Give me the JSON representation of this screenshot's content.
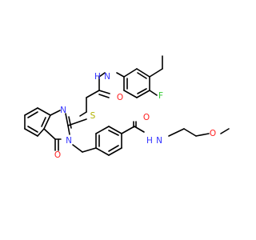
{
  "molecule": {
    "colors": {
      "bond": "#000000",
      "N": "#3333ff",
      "O": "#ff2020",
      "S": "#b3b300",
      "F": "#33cc33"
    },
    "labels": {
      "nh_amide1": "N",
      "nh_amide1_h": "H",
      "o_amide1": "O",
      "s_thioether": "S",
      "f_fluoro": "F",
      "n_quinaz_1": "N",
      "n_quinaz_3": "N",
      "o_quinaz": "O",
      "o_amide2": "O",
      "nh_amide2": "N",
      "nh_amide2_h": "H",
      "o_methoxy": "O"
    }
  }
}
